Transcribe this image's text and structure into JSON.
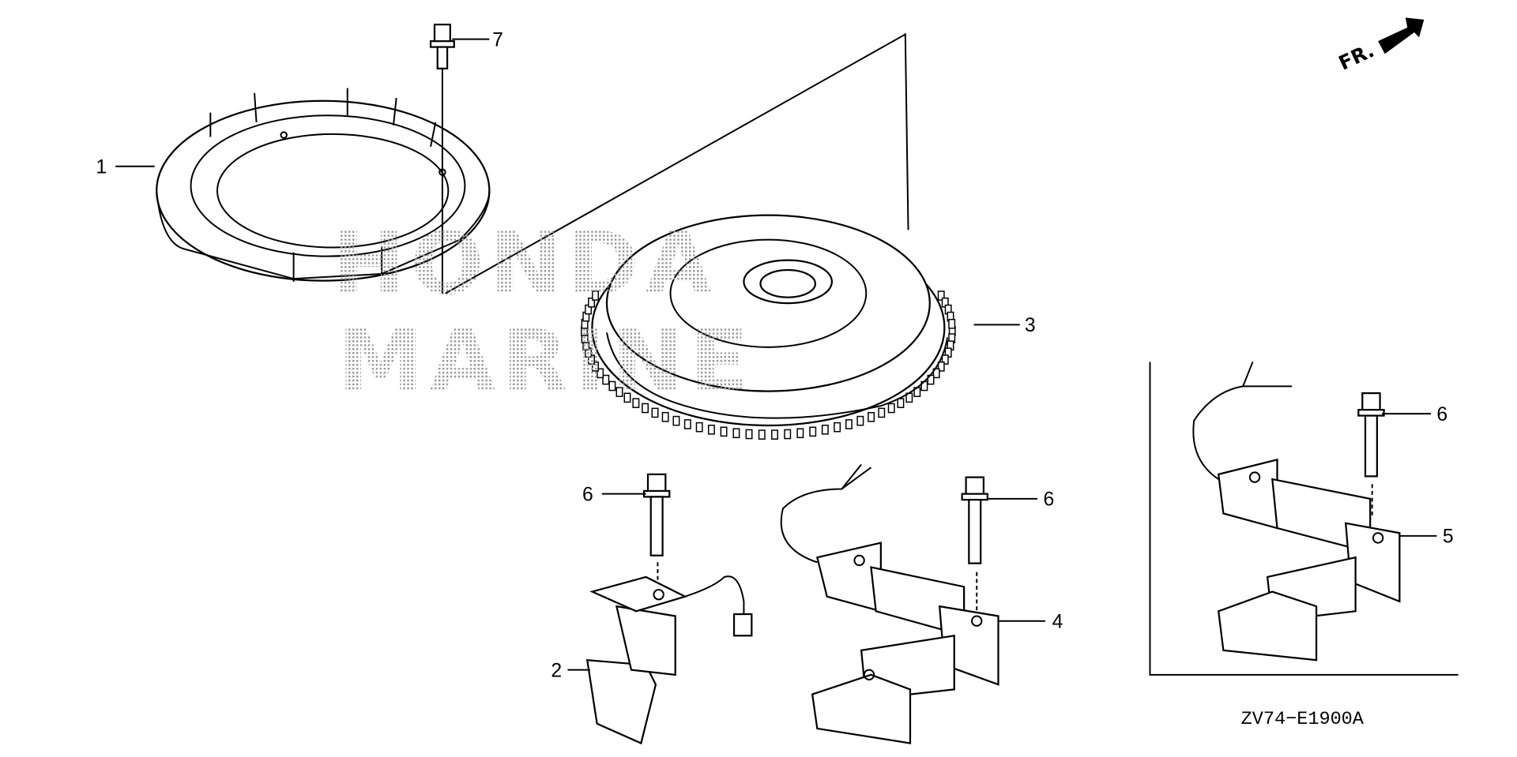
{
  "diagram": {
    "watermark": [
      "HONDA",
      "MARINE"
    ],
    "front_indicator": "FR.",
    "diagram_code": "ZV74−E1900A",
    "callouts": [
      {
        "id": "c7",
        "label": "7",
        "part": "flange-bolt"
      },
      {
        "id": "c1",
        "label": "1",
        "part": "flywheel-cover-ring"
      },
      {
        "id": "c3",
        "label": "3",
        "part": "flywheel"
      },
      {
        "id": "c6a",
        "label": "6",
        "part": "flange-bolt"
      },
      {
        "id": "c6b",
        "label": "6",
        "part": "flange-bolt"
      },
      {
        "id": "c6c",
        "label": "6",
        "part": "flange-bolt"
      },
      {
        "id": "c5",
        "label": "5",
        "part": "charge-coil-inset"
      },
      {
        "id": "c4",
        "label": "4",
        "part": "charge-coil"
      },
      {
        "id": "c2",
        "label": "2",
        "part": "pulser-coil"
      }
    ]
  }
}
